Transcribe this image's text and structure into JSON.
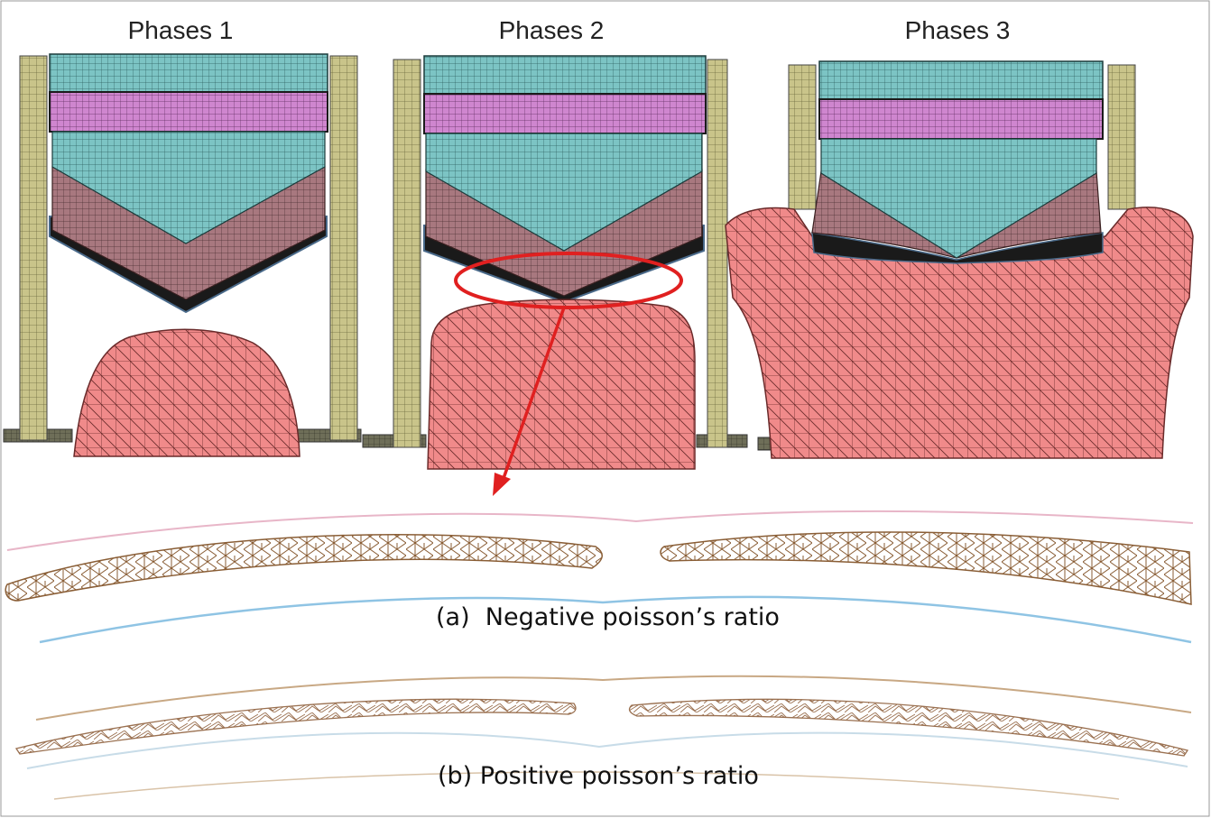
{
  "phases": [
    {
      "title": "Phases 1"
    },
    {
      "title": "Phases 2"
    },
    {
      "title": "Phases 3"
    }
  ],
  "captions": {
    "a": "(a)  Negative poisson’s ratio",
    "b": "(b) Positive poisson’s ratio"
  },
  "colors": {
    "frame": "#b7b27a",
    "cyan_mesh": "#7cc4c4",
    "magenta_mesh": "#cf86cf",
    "brown_mesh": "#9c6f76",
    "liner": "#111111",
    "target": "#f07f7f",
    "highlight": "#e02020",
    "lattice": "#a0764a",
    "pink_line": "#e8b6c8",
    "blue_line": "#8fc4e4",
    "tan_line": "#c8a884"
  }
}
